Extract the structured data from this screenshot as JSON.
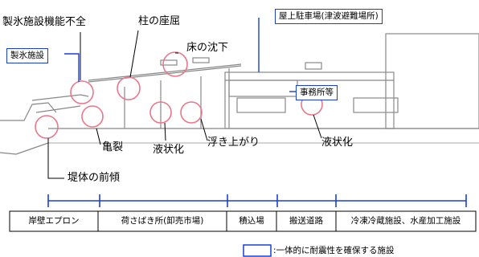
{
  "colors": {
    "damage": "#e8788a",
    "highlight": "#1a3fd6",
    "structure": "#888888"
  },
  "boxed_labels": {
    "ice_plant": "製氷施設",
    "rooftop_parking": "屋上駐車場(津波避難場所)",
    "office": "事務所等"
  },
  "damage_labels": {
    "ice_malfunction": "製氷施設機能不全",
    "column_buckling": "柱の座屈",
    "floor_subsidence": "床の沈下",
    "crack": "亀裂",
    "liquefaction_left": "液状化",
    "uplift": "浮き上がり",
    "liquefaction_right": "液状化",
    "bank_tilt": "堤体の前傾"
  },
  "zones": [
    "岸壁エプロン",
    "荷さばき所(卸売市場)",
    "積込場",
    "搬送道路",
    "冷凍冷蔵施設、水産加工施設"
  ],
  "legend": {
    "text": ":一体的に耐震性を確保する施設"
  }
}
